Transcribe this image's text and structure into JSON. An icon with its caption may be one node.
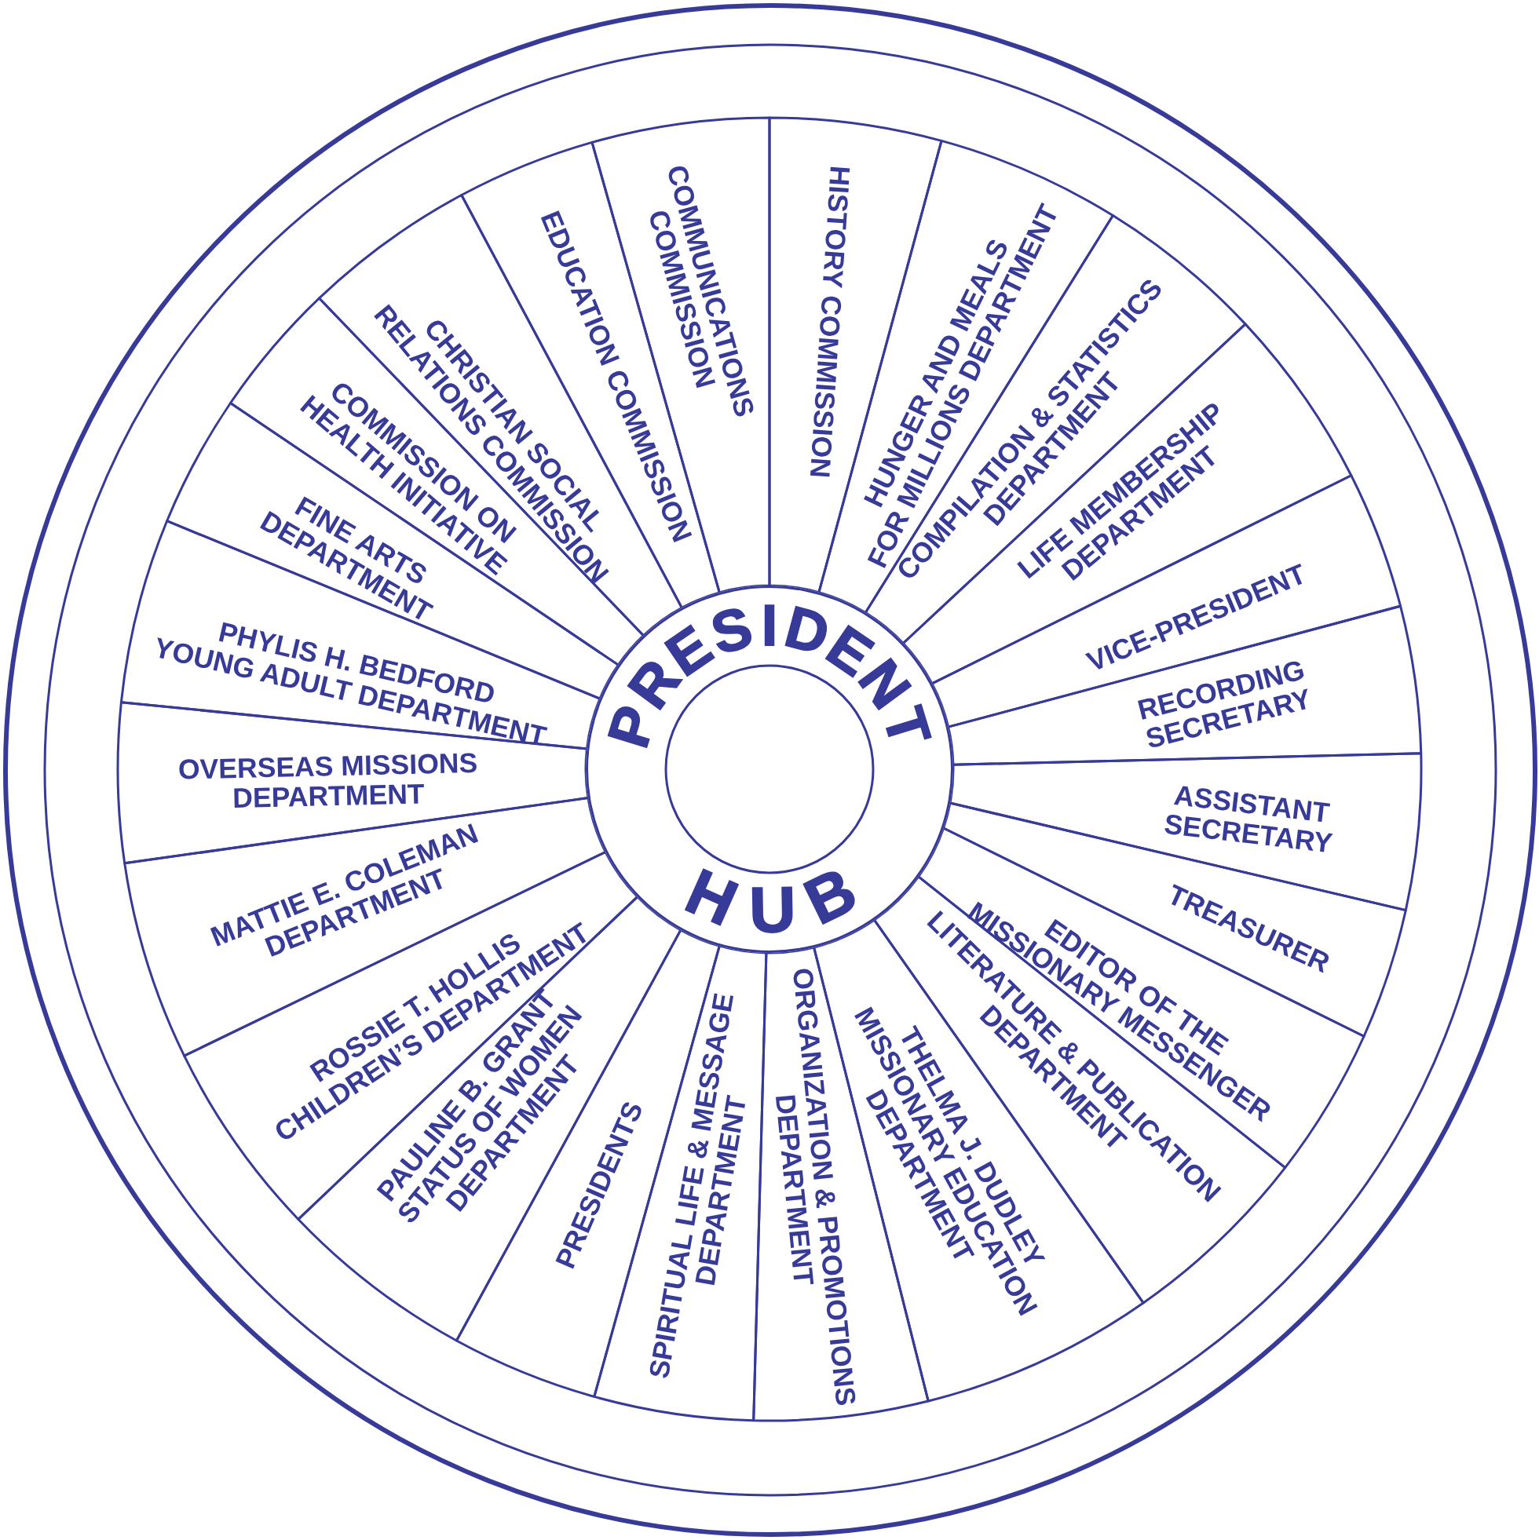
{
  "diagram": {
    "nodes": [
      {
        "text": [],
        "shape": "circle"
      },
      {
        "text": [
          "PRESIDENT",
          "HUB"
        ],
        "in": 0
      },
      {
        "text": [
          "HISTORY COMMISSION"
        ],
        "in": 0
      },
      {
        "text": [
          "HUNGER AND MEALS FOR MILLIONS DEPARTMENT"
        ],
        "in": 0
      },
      {
        "text": [
          "COMPILATION & STATISTICS DEPARTMENT"
        ],
        "in": 0
      },
      {
        "text": [
          "LIFE MEMBERSHIP DEPARTMENT"
        ],
        "in": 0
      },
      {
        "text": [
          "VICE-PRESIDENT"
        ],
        "in": 0
      },
      {
        "text": [
          "RECORDING SECRETARY"
        ],
        "in": 0
      },
      {
        "text": [
          "ASSISTANT SECRETARY"
        ],
        "in": 0
      },
      {
        "text": [
          "TREASURER"
        ],
        "in": 0
      },
      {
        "text": [
          "EDITOR OF THE MISSIONARY MESSENGER"
        ],
        "in": 0
      },
      {
        "text": [
          "LITERATURE & PUBLICATION DEPARTMENT"
        ],
        "in": 0
      },
      {
        "text": [
          "THELMA J. DUDLEY MISSIONARY EDUCATION DEPARTMENT"
        ],
        "in": 0
      },
      {
        "text": [
          "ORGANIZATION & PROMOTIONS DEPARTMENT"
        ],
        "in": 0
      },
      {
        "text": [
          "SPIRITUAL LIFE & MESSAGE DEPARTMENT"
        ],
        "in": 0
      },
      {
        "text": [
          "PRESIDENTS"
        ],
        "in": 0
      },
      {
        "text": [
          "PAULINE B. GRANT STATUS OF WOMEN DEPARTMENT"
        ],
        "in": 0
      },
      {
        "text": [
          "ROSSIE T. HOLLIS CHILDREN’S DEPARTMENT"
        ],
        "in": 0
      },
      {
        "text": [
          "MATTIE E. COLEMAN DEPARTMENT"
        ],
        "in": 0
      },
      {
        "text": [
          "OVERSEAS MISSIONS DEPARTMENT"
        ],
        "in": 0
      },
      {
        "text": [
          "PHYLIS H. BEDFORD YOUNG ADULT DEPARTMENT"
        ],
        "in": 0
      },
      {
        "text": [
          "FINE ARTS DEPARTMENT"
        ],
        "in": 0
      },
      {
        "text": [
          "COMMISSION ON HEALTH INITIATIVE"
        ],
        "in": 0
      },
      {
        "text": [
          "CHRISTIAN SOCIAL RELATIONS COMMISSION"
        ],
        "in": 0
      },
      {
        "text": [
          "EDUCATION COMMISSION"
        ],
        "in": 0
      },
      {
        "text": [
          "COMMUNICATIONS COMMISSION"
        ],
        "in": 0
      }
    ]
  }
}
